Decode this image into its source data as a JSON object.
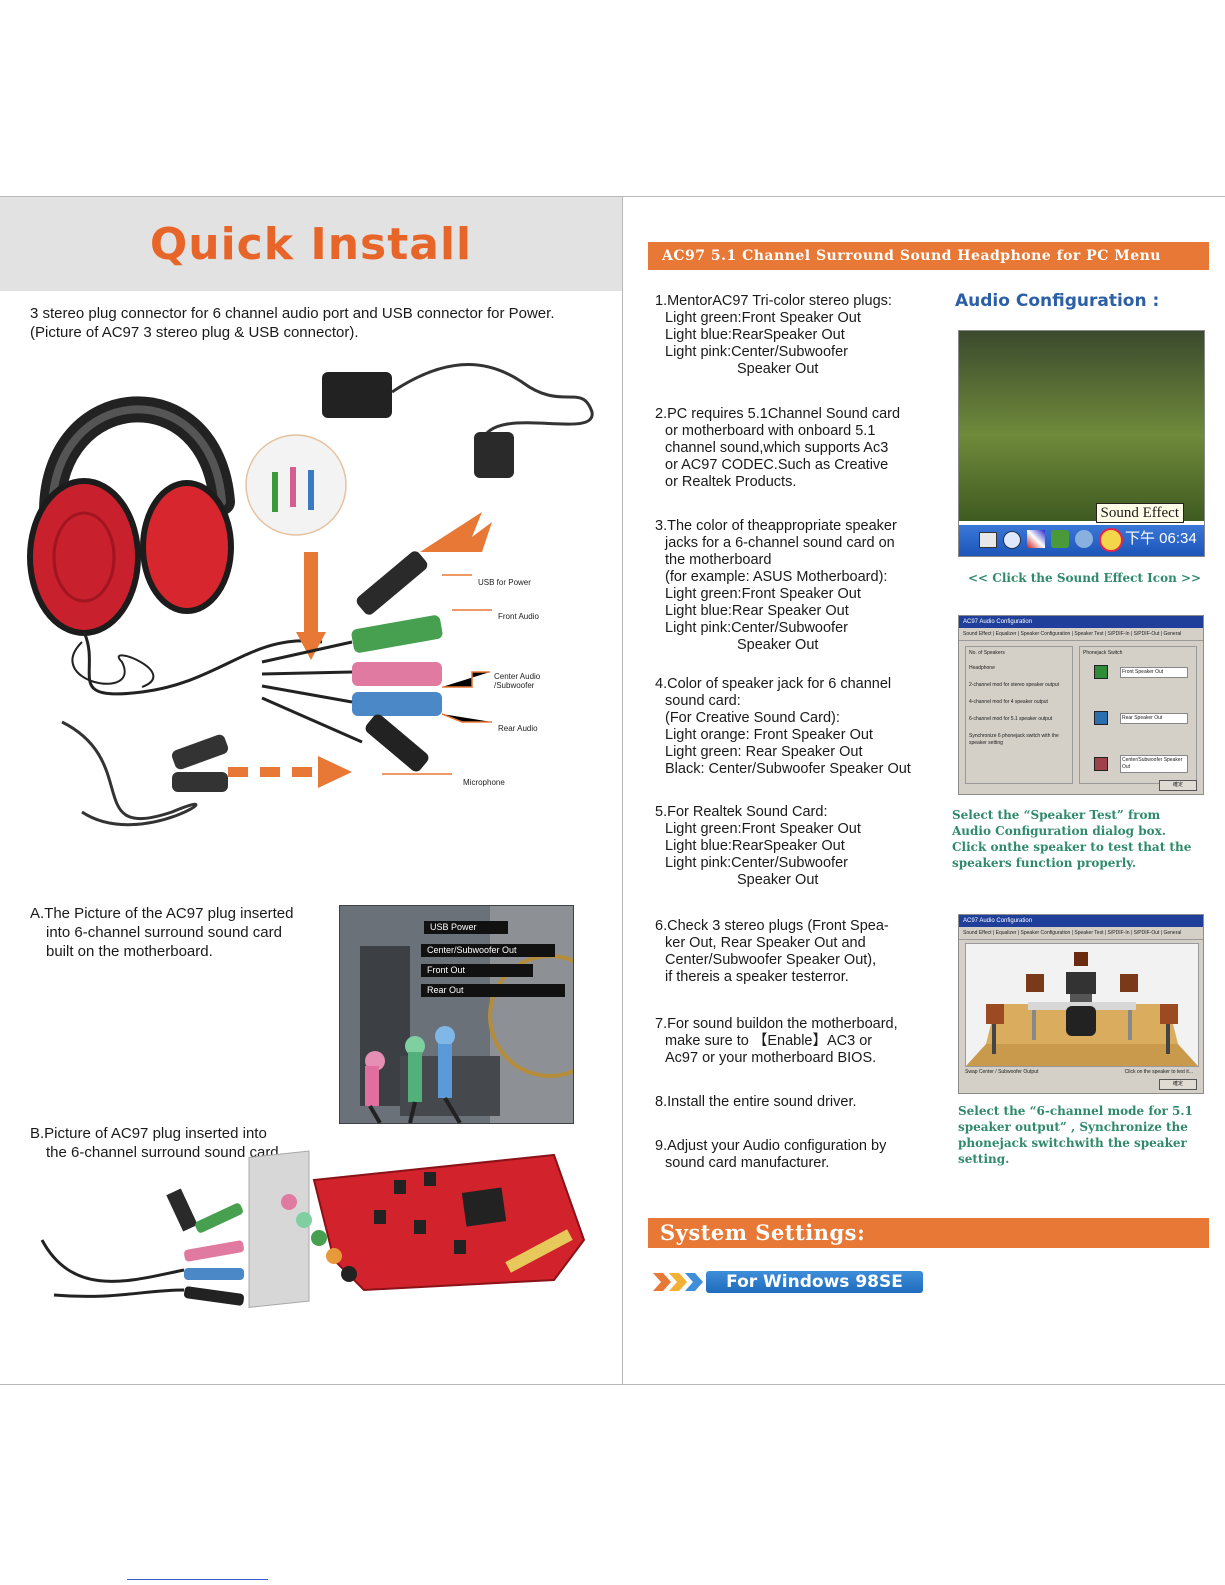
{
  "left": {
    "title": "Quick Install",
    "intro": "3 stereo plug connector for 6 channel audio port and USB connector for Power.(Picture of AC97 3 stereo plug & USB connector).",
    "wire_labels": {
      "usb": "USB for Power",
      "front": "Front Audio",
      "center": "Center Audio /Subwoofer",
      "rear": "Rear Audio",
      "mic": "Microphone"
    },
    "section_a": {
      "line1": "A.The Picture of the AC97 plug inserted",
      "line2": "into 6-channel surround sound card",
      "line3": "built on the motherboard."
    },
    "pc_tags": {
      "usb_power": "USB Power",
      "center_sub": "Center/Subwoofer Out",
      "front_out": "Front Out",
      "rear_out": "Rear Out"
    },
    "section_b": {
      "line1": "B.Picture of AC97 plug inserted into",
      "line2": "the 6-channel surround sound card."
    }
  },
  "right": {
    "banner": "AC97 5.1 Channel Surround Sound Headphone for PC Menu",
    "audio_config_heading": "Audio Configuration :",
    "steps": {
      "s1": [
        "1.MentorAC97 Tri-color stereo plugs:",
        "Light green:Front Speaker Out",
        "Light blue:RearSpeaker Out",
        "Light pink:Center/Subwoofer",
        "Speaker Out"
      ],
      "s2": [
        "2.PC requires 5.1Channel Sound card",
        "or  motherboard with onboard 5.1",
        "channel sound,which supports Ac3",
        "or AC97  CODEC.Such as Creative",
        "or Realtek  Products."
      ],
      "s3": [
        "3.The color of theappropriate speaker",
        "jacks for a 6-channel sound card on",
        "the motherboard",
        "(for example: ASUS Motherboard):",
        "Light green:Front Speaker Out",
        "Light blue:Rear Speaker Out",
        "Light pink:Center/Subwoofer",
        "Speaker Out"
      ],
      "s4": [
        "4.Color of speaker jack for 6 channel",
        "sound card:",
        "(For Creative Sound Card):",
        "Light orange:  Front Speaker Out",
        "Light green:  Rear Speaker Out",
        "Black:  Center/Subwoofer Speaker Out"
      ],
      "s5": [
        "5.For Realtek Sound Card:",
        "Light green:Front Speaker Out",
        "Light blue:RearSpeaker Out",
        "Light pink:Center/Subwoofer",
        "Speaker Out"
      ],
      "s6": [
        "6.Check 3 stereo plugs (Front Spea-",
        "ker Out, Rear Speaker Out and",
        "Center/Subwoofer Speaker Out),",
        "if thereis a speaker testerror."
      ],
      "s7": [
        "7.For sound buildon the motherboard,",
        "make sure to 【Enable】AC3 or",
        "Ac97 or your motherboard BIOS."
      ],
      "s8": [
        "8.Install the entire sound driver."
      ],
      "s9": [
        "9.Adjust your Audio configuration by",
        "sound card manufacturer."
      ]
    },
    "taskbar": {
      "sound_effect_tooltip": "Sound Effect",
      "clock": "下午 06:34"
    },
    "caption1": "<< Click the Sound Effect Icon >>",
    "dialog1": {
      "title": "AC97 Audio Configuration",
      "tabs": "Sound Effect | Equalizer | Speaker Configuration | Speaker Test | S/PDIF-In | S/PDIF-Out | General",
      "group_left": "No. of Speakers",
      "group_right": "Phonejack Switch",
      "options": [
        "Headphone",
        "2-channel mod for stereo speaker output",
        "4-channel mod for 4 speaker output",
        "6-channel mod for 5.1 speaker output",
        "Synchronize 6 phonejack switch with the speaker setting"
      ],
      "jacks": [
        "Front Speaker Out",
        "Rear Speaker Out",
        "Center/Subwoofer Speaker Out"
      ],
      "ok": "確定"
    },
    "caption2": [
      "Select the  “Speaker Test”  from",
      "Audio Configuration dialog box.",
      "Click onthe speaker to test that the",
      "speakers function properly."
    ],
    "dialog2": {
      "title": "AC97 Audio Configuration",
      "tabs": "Sound Effect | Equalizer | Speaker Configuration | Speaker Test | S/PDIF-In | S/PDIF-Out | General",
      "swap": "Swap Center / Subwoofer Output",
      "hint": "Click on the speaker to test it...",
      "ok": "確定"
    },
    "caption3": [
      "Select the  “6-channel mode for 5.1",
      "speaker output” , Synchronize the",
      "phonejack switchwith the speaker",
      "setting."
    ],
    "system_settings": "System Settings:",
    "windows_pill": "For Windows 98SE"
  },
  "colors": {
    "accent_orange": "#e87835",
    "title_orange": "#e8652a",
    "heading_blue": "#2b5fa6",
    "caption_green": "#2f8a6a"
  }
}
